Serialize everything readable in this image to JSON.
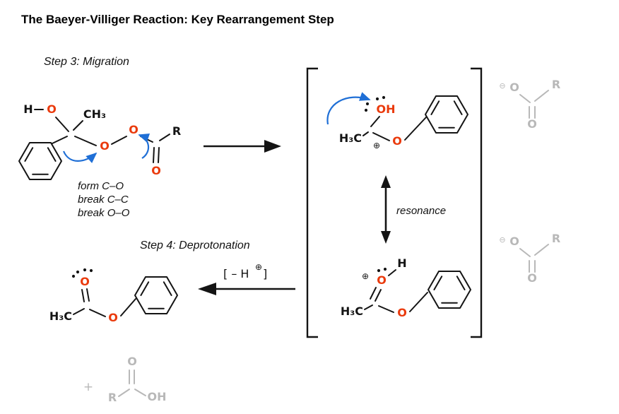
{
  "title": "The Baeyer-Villiger Reaction: Key Rearrangement Step",
  "steps": {
    "step3": "Step 3: Migration",
    "step4": "Step 4: Deprotonation"
  },
  "annotations": {
    "form_co": "form C–O",
    "break_cc": "break C–C",
    "break_oo": "break O–O",
    "resonance": "resonance",
    "deprotonation_open": "[ – H",
    "deprotonation_plus": "⊕",
    "deprotonation_close": "]",
    "plus_sign": "+"
  },
  "molecules": {
    "criegee": {
      "H": "H",
      "O_hydroxyl": "O",
      "CH3": "CH₃",
      "O_ester": "O",
      "O_peroxide": "O",
      "R": "R",
      "O_carbonyl": "O"
    },
    "cation_top": {
      "OH": "OH",
      "H3C": "H₃C",
      "plus": "⊕",
      "O_ester": "O"
    },
    "cation_bottom": {
      "H": "H",
      "plus": "⊕",
      "O_carbonyl": "O",
      "H3C": "H₃C",
      "O_ester": "O"
    },
    "phenyl_acetate": {
      "O_carbonyl": "O",
      "H3C": "H₃C",
      "O_ester": "O"
    },
    "carboxylate": {
      "minus": "⊖",
      "O_top": "O",
      "R": "R",
      "O_bottom": "O"
    },
    "carboxylic_acid": {
      "R": "R",
      "O": "O",
      "OH": "OH"
    }
  },
  "colors": {
    "oxygen_red": "#ea3a0c",
    "arrow_blue": "#1f6fd6",
    "gray": "#b8b8b8",
    "black": "#141414"
  }
}
